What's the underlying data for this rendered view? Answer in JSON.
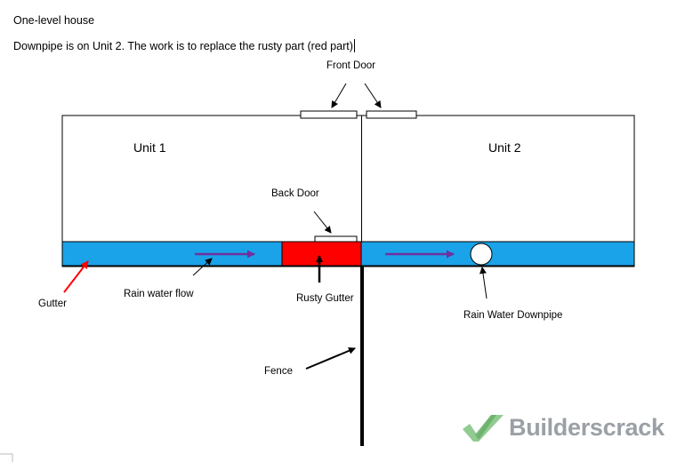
{
  "intro": {
    "line1": "One-level house",
    "line2": "Downpipe is on Unit 2. The work is to replace the rusty part (red part)"
  },
  "labels": {
    "front_door": "Front Door",
    "unit1": "Unit 1",
    "unit2": "Unit 2",
    "back_door": "Back Door",
    "gutter": "Gutter",
    "rain_water_flow": "Rain water flow",
    "rusty_gutter": "Rusty Gutter",
    "rain_water_downpipe": "Rain Water Downpipe",
    "fence": "Fence"
  },
  "watermark": {
    "text": "Builderscrack"
  },
  "colors": {
    "gutter": "#1aa3e8",
    "rusty_gutter": "#ff0000",
    "flow_arrow": "#7030a0",
    "gutter_pointer": "#ff0000",
    "outline": "#000000",
    "watermark_icon": "#7ec27e",
    "watermark_text": "#9aa0a6"
  },
  "icons": {
    "downpipe": "circle",
    "flow": "arrow-right",
    "watermark_logo": "checkmark-logo"
  }
}
